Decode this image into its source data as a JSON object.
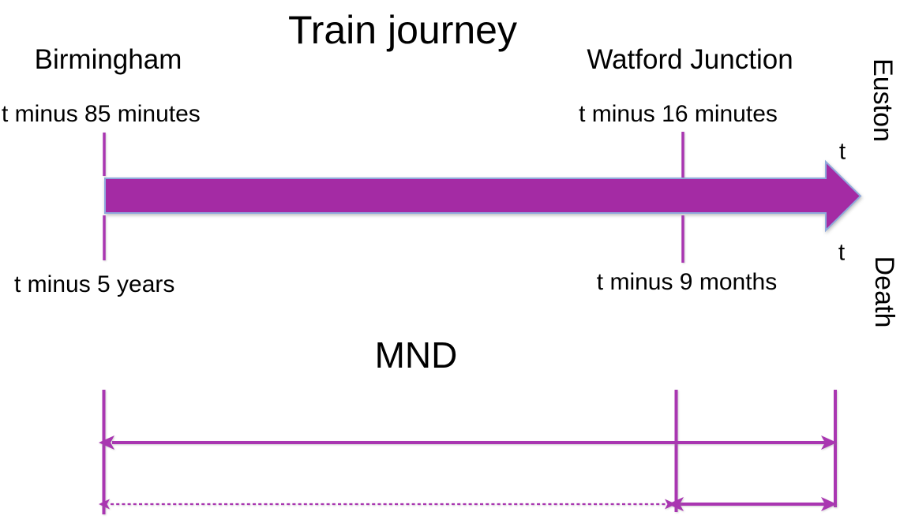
{
  "train_journey": {
    "title": "Train journey",
    "birmingham_label": "Birmingham",
    "watford_label": "Watford Junction",
    "euston_label": "Euston",
    "birmingham_time": "t minus 85 minutes",
    "watford_time": "t minus 16 minutes",
    "arrival_time": "t"
  },
  "mnd": {
    "title": "MND",
    "onset_time": "t minus 5 years",
    "diagnosis_time": "t minus 9 months",
    "death_label": "Death",
    "death_time": "t"
  },
  "colors": {
    "arrow_fill": "#A42BA4",
    "arrow_border": "#8FAADC",
    "line": "#A936B1",
    "text": "#000000",
    "background": "#FFFFFF"
  }
}
